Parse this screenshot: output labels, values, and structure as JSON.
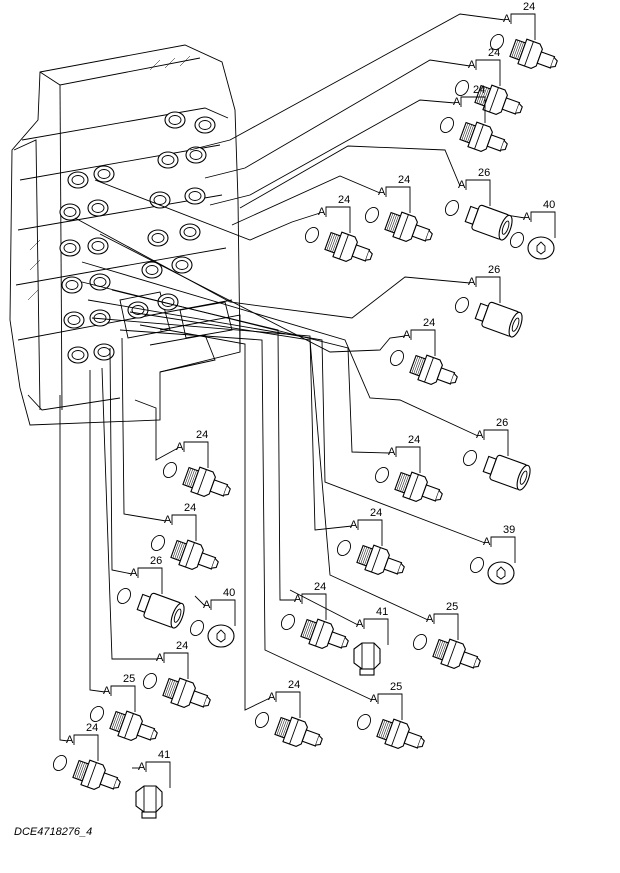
{
  "diagram": {
    "caption": "DCE4718276_4",
    "seal_label": "A",
    "parts": [
      {
        "id": "p1",
        "type": "fitting",
        "label": "24"
      },
      {
        "id": "p2",
        "type": "fitting",
        "label": "24"
      },
      {
        "id": "p3",
        "type": "fitting",
        "label": "24"
      },
      {
        "id": "p4",
        "type": "adapter",
        "label": "26"
      },
      {
        "id": "p5",
        "type": "fitting",
        "label": "24"
      },
      {
        "id": "p6",
        "type": "fitting",
        "label": "24"
      },
      {
        "id": "p7",
        "type": "plug",
        "label": "40"
      },
      {
        "id": "p8",
        "type": "adapter",
        "label": "26"
      },
      {
        "id": "p9",
        "type": "fitting",
        "label": "24"
      },
      {
        "id": "p10",
        "type": "adapter",
        "label": "26"
      },
      {
        "id": "p11",
        "type": "fitting",
        "label": "24"
      },
      {
        "id": "p12",
        "type": "fitting",
        "label": "24"
      },
      {
        "id": "p13",
        "type": "plug",
        "label": "39"
      },
      {
        "id": "p14",
        "type": "fitting",
        "label": "24"
      },
      {
        "id": "p15",
        "type": "fitting",
        "label": "24"
      },
      {
        "id": "p16",
        "type": "adapter",
        "label": "26"
      },
      {
        "id": "p17",
        "type": "plug",
        "label": "40"
      },
      {
        "id": "p18",
        "type": "fitting",
        "label": "24"
      },
      {
        "id": "p19",
        "type": "cap",
        "label": "41"
      },
      {
        "id": "p20",
        "type": "fitting",
        "label": "25"
      },
      {
        "id": "p21",
        "type": "fitting",
        "label": "24"
      },
      {
        "id": "p22",
        "type": "fitting",
        "label": "25"
      },
      {
        "id": "p23",
        "type": "fitting",
        "label": "24"
      },
      {
        "id": "p24",
        "type": "fitting",
        "label": "25"
      },
      {
        "id": "p25",
        "type": "fitting",
        "label": "24"
      },
      {
        "id": "p26",
        "type": "cap",
        "label": "41"
      }
    ]
  }
}
